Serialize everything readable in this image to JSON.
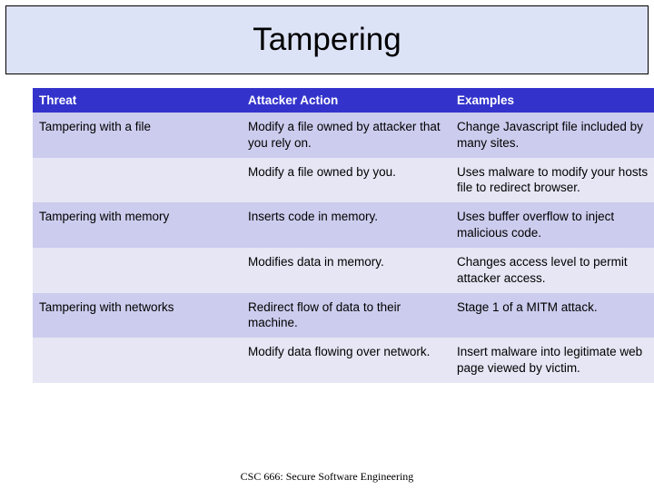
{
  "slide": {
    "title": "Tampering",
    "footer": "CSC 666: Secure Software Engineering",
    "accent_header_color": "#3333cc",
    "title_bar_color": "#dde3f7",
    "row_band_dark": "#ccccee",
    "row_band_light": "#e6e6f5"
  },
  "table": {
    "headers": [
      "Threat",
      "Attacker Action",
      "Examples"
    ],
    "rows": [
      {
        "threat": "Tampering with a file",
        "action": "Modify a file owned by attacker that you rely on.",
        "example": "Change Javascript file included by many sites."
      },
      {
        "threat": "",
        "action": "Modify a file owned by you.",
        "example": "Uses malware to modify your hosts file to redirect browser."
      },
      {
        "threat": "Tampering with memory",
        "action": "Inserts code in memory.",
        "example": "Uses buffer overflow to inject malicious code."
      },
      {
        "threat": "",
        "action": "Modifies data in memory.",
        "example": "Changes access level to permit attacker access."
      },
      {
        "threat": "Tampering with networks",
        "action": "Redirect flow of data to their machine.",
        "example": "Stage 1 of a MITM attack."
      },
      {
        "threat": "",
        "action": "Modify data flowing over network.",
        "example": "Insert malware into legitimate web page viewed by victim."
      }
    ]
  }
}
